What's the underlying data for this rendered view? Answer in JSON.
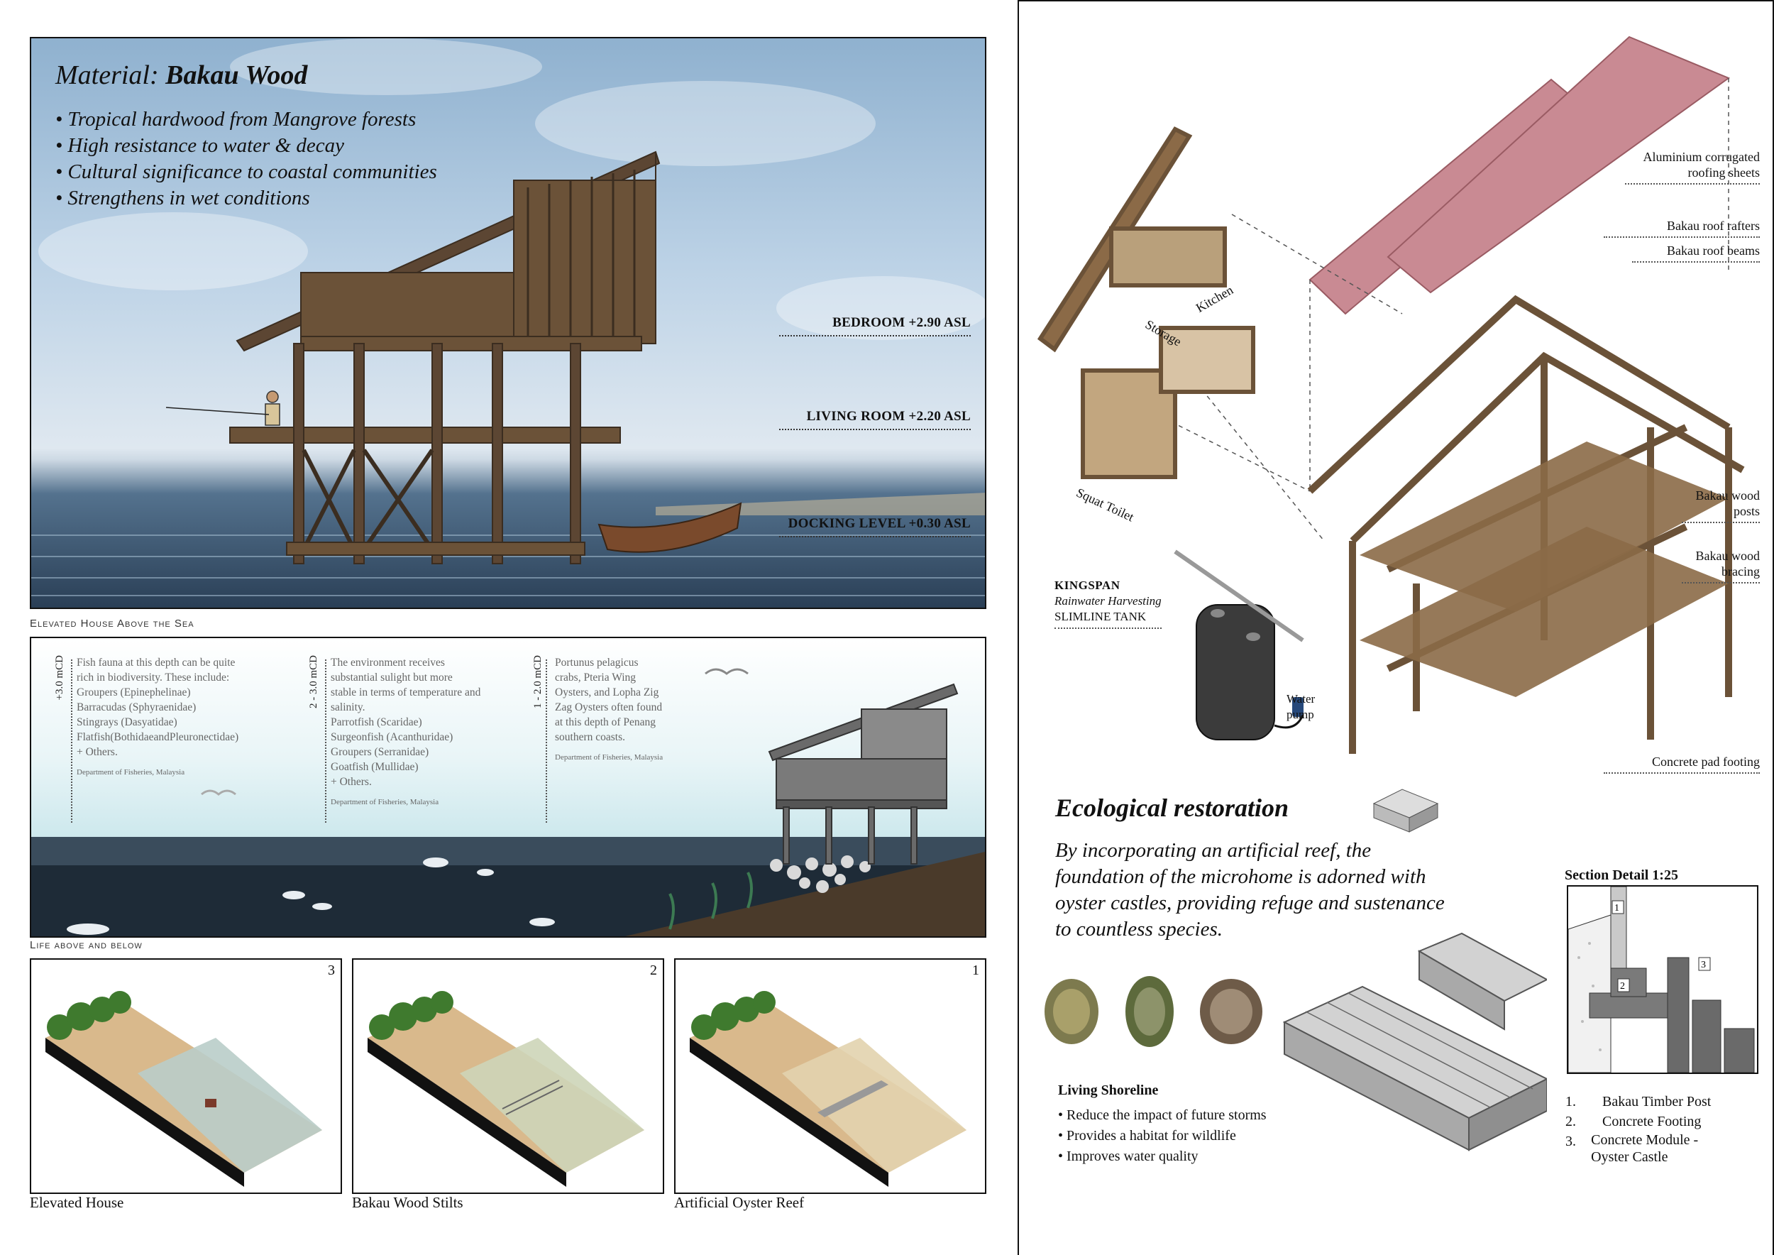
{
  "hero": {
    "title_prefix": "Material: ",
    "title_bold": "Bakau Wood",
    "bullets": [
      "• Tropical hardwood from Mangrove forests",
      "• High resistance to water & decay",
      "• Cultural significance to coastal communities",
      "• Strengthens in wet conditions"
    ],
    "levels": [
      "BEDROOM +2.90 ASL",
      "LIVING ROOM +2.20 ASL",
      "DOCKING LEVEL +0.30 ASL"
    ],
    "caption": "Elevated House Above the Sea"
  },
  "life": {
    "zones": [
      {
        "depth": "+3.0 mCD",
        "lines": [
          "Fish fauna at this depth can be quite",
          "rich in biodiversity. These include:",
          "Groupers (Epinephelinae)",
          "Barracudas (Sphyraenidae)",
          "Stingrays (Dasyatidae)",
          "Flatfish(BothidaeandPleuronectidae)",
          "+ Others."
        ],
        "source": "Department of Fisheries, Malaysia"
      },
      {
        "depth": "2 - 3.0 mCD",
        "lines": [
          "The environment receives",
          "substantial sulight but more",
          "stable in terms of temperature and",
          "salinity.",
          "Parrotfish (Scaridae)",
          "Surgeonfish (Acanthuridae)",
          "Groupers (Serranidae)",
          "Goatfish (Mullidae)",
          "+ Others."
        ],
        "source": "Department of Fisheries, Malaysia"
      },
      {
        "depth": "1 - 2.0 mCD",
        "lines": [
          "Portunus pelagicus",
          "crabs, Pteria Wing",
          "Oysters, and Lopha Zig",
          "Zag Oysters often found",
          "at this depth of Penang",
          "southern coasts."
        ],
        "source": "Department of Fisheries, Malaysia"
      }
    ],
    "caption": "Life above and below"
  },
  "panels": [
    {
      "num": "3",
      "caption": "Elevated House"
    },
    {
      "num": "2",
      "caption": "Bakau Wood Stilts"
    },
    {
      "num": "1",
      "caption": "Artificial Oyster Reef"
    }
  ],
  "exploded": {
    "labels": [
      "Aluminium corrugated roofing sheets",
      "Bakau roof rafters",
      "Bakau roof beams",
      "Bakau wood posts",
      "Bakau wood bracing",
      "Concrete pad footing"
    ],
    "room_labels": [
      "Kitchen",
      "Storage",
      "Squat Toilet"
    ],
    "kingspan": {
      "brand": "KINGSPAN",
      "line2": "Rainwater Harvesting",
      "line3": "SLIMLINE TANK"
    },
    "pump": "Water pump"
  },
  "eco": {
    "title": "Ecological restoration",
    "body": "By incorporating an artificial reef, the foundation of the microhome is adorned with oyster castles, providing refuge and sustenance to countless species.",
    "shoreline_title": "Living Shoreline",
    "shoreline": [
      "• Reduce the impact of future storms",
      "• Provides a habitat for wildlife",
      "• Improves water quality"
    ]
  },
  "section": {
    "title": "Section Detail 1:25",
    "markers": [
      "1",
      "2",
      "3"
    ],
    "items": [
      {
        "n": "1.",
        "text": "Bakau Timber Post"
      },
      {
        "n": "2.",
        "text": "Concrete Footing"
      },
      {
        "n": "3.",
        "text": "Concrete Module - Oyster Castle"
      }
    ]
  },
  "colors": {
    "timber": "#6b5238",
    "roof": "#c98a93",
    "sea_dark": "#1e2b37",
    "sand": "#d9b98c"
  }
}
